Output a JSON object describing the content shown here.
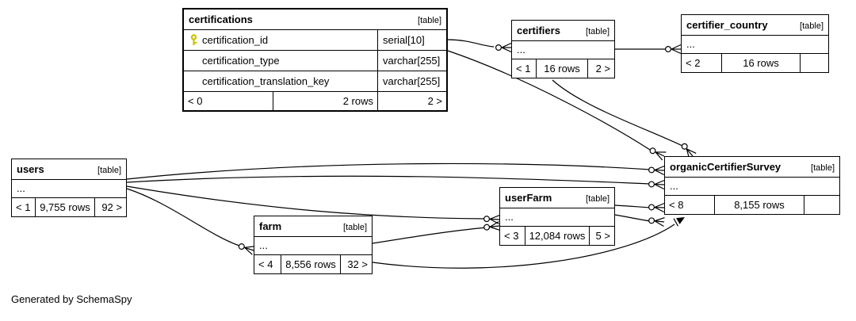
{
  "page": {
    "footer_note": "Generated by SchemaSpy"
  },
  "colors": {
    "primary_key_icon": "#c9c400"
  },
  "tables": {
    "certifications": {
      "name": "certifications",
      "tag": "[table]",
      "columns": [
        {
          "name": "certification_id",
          "type": "serial[10]",
          "key": true
        },
        {
          "name": "certification_type",
          "type": "varchar[255]",
          "key": false
        },
        {
          "name": "certification_translation_key",
          "type": "varchar[255]",
          "key": false
        }
      ],
      "pager": {
        "prev": "< 0",
        "rows": "2 rows",
        "next": "2 >"
      }
    },
    "certifiers": {
      "name": "certifiers",
      "tag": "[table]",
      "ellipsis": "...",
      "pager": {
        "prev": "< 1",
        "rows": "16 rows",
        "next": "2 >"
      }
    },
    "certifier_country": {
      "name": "certifier_country",
      "tag": "[table]",
      "ellipsis": "...",
      "pager": {
        "prev": "< 2",
        "rows": "16 rows",
        "next": ""
      }
    },
    "users": {
      "name": "users",
      "tag": "[table]",
      "ellipsis": "...",
      "pager": {
        "prev": "< 1",
        "rows": "9,755 rows",
        "next": "92 >"
      }
    },
    "organicCertifierSurvey": {
      "name": "organicCertifierSurvey",
      "tag": "[table]",
      "ellipsis": "...",
      "pager": {
        "prev": "< 8",
        "rows": "8,155 rows",
        "next": ""
      }
    },
    "userFarm": {
      "name": "userFarm",
      "tag": "[table]",
      "ellipsis": "...",
      "pager": {
        "prev": "< 3",
        "rows": "12,084 rows",
        "next": "5 >"
      }
    },
    "farm": {
      "name": "farm",
      "tag": "[table]",
      "ellipsis": "...",
      "pager": {
        "prev": "< 4",
        "rows": "8,556 rows",
        "next": "32 >"
      }
    }
  }
}
